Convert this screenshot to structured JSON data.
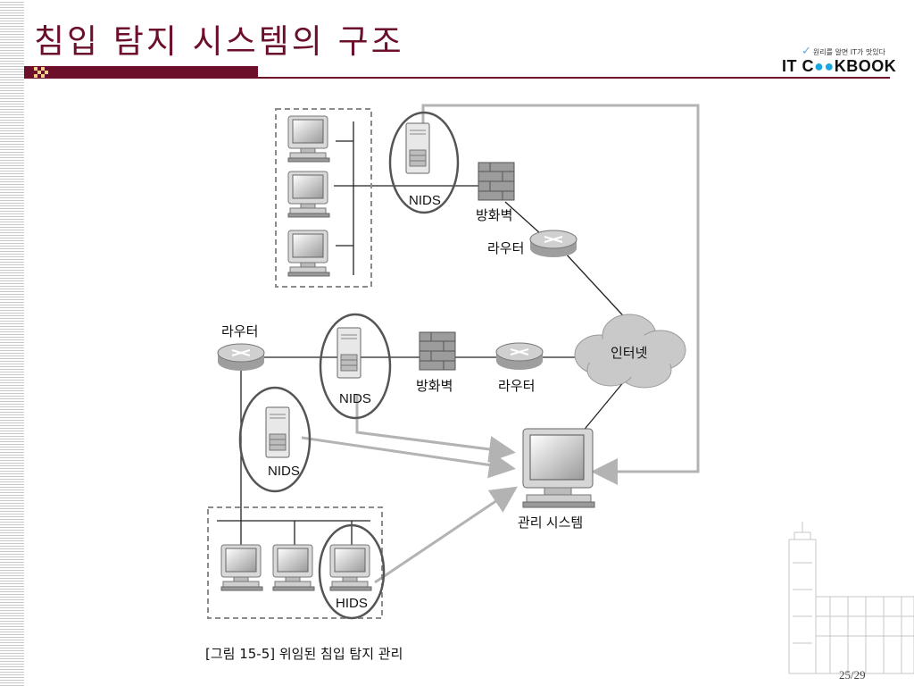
{
  "slide": {
    "title": "침입 탐지 시스템의 구조",
    "page_number": "25/29",
    "logo": {
      "tagline": "원리를 알면 IT가 맛있다",
      "name_part1": "IT C",
      "name_o": "●●",
      "name_part2": "KBOOK"
    }
  },
  "figure": {
    "caption": "[그림 15-5] 위임된 침입 탐지 관리",
    "labels": {
      "nids_top": "NIDS",
      "firewall_top": "방화벽",
      "router_top": "라우터",
      "router_left": "라우터",
      "nids_mid": "NIDS",
      "firewall_mid": "방화벽",
      "router_mid": "라우터",
      "internet": "인터넷",
      "nids_low": "NIDS",
      "hids": "HIDS",
      "management": "관리 시스템"
    }
  }
}
